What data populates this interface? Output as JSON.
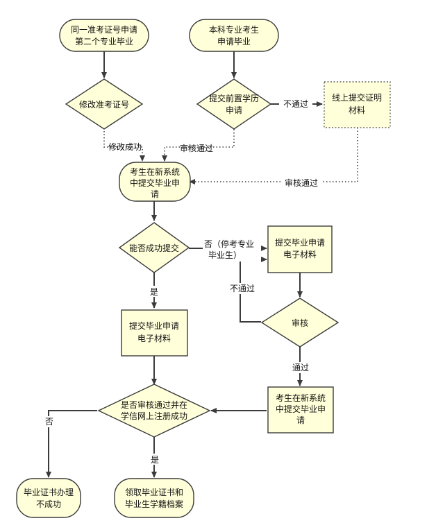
{
  "nodes": {
    "same_exam_no": [
      "同一准考证号申请",
      "第二个专业毕业"
    ],
    "undergrad": [
      "本科专业考生",
      "申请毕业"
    ],
    "modify_exam_no": [
      "修改准考证号"
    ],
    "submit_prior": [
      "提交前置学历",
      "申请"
    ],
    "online_proof": [
      "线上提交证明",
      "材料"
    ],
    "new_system_apply": [
      "考生在新系统",
      "中提交毕业申",
      "请"
    ],
    "can_submit": [
      "能否成功提交"
    ],
    "submit_materials_left": [
      "提交毕业申请",
      "电子材料"
    ],
    "submit_materials_right": [
      "提交毕业申请",
      "电子材料"
    ],
    "review": [
      "审核"
    ],
    "new_system_apply_right": [
      "考生在新系统",
      "中提交毕业申",
      "请"
    ],
    "xuexin_check": [
      "是否审核通过并在",
      "学信网上注册成功"
    ],
    "fail": [
      "毕业证书办理",
      "不成功"
    ],
    "receive": [
      "领取毕业证书和",
      "毕业生学籍档案"
    ]
  },
  "edge_labels": {
    "not_passed_top": "不通过",
    "modify_success": "修改成功",
    "review_passed_1": "审核通过",
    "review_passed_2": "审核通过",
    "no_suspended": [
      "否（停考专业",
      "毕业生）"
    ],
    "yes_1": "是",
    "not_passed_loop": "不通过",
    "passed": "通过",
    "no_final": "否",
    "yes_final": "是"
  },
  "colors": {
    "node_fill": "#FFFFD9",
    "stroke": "#3b3b3b"
  }
}
